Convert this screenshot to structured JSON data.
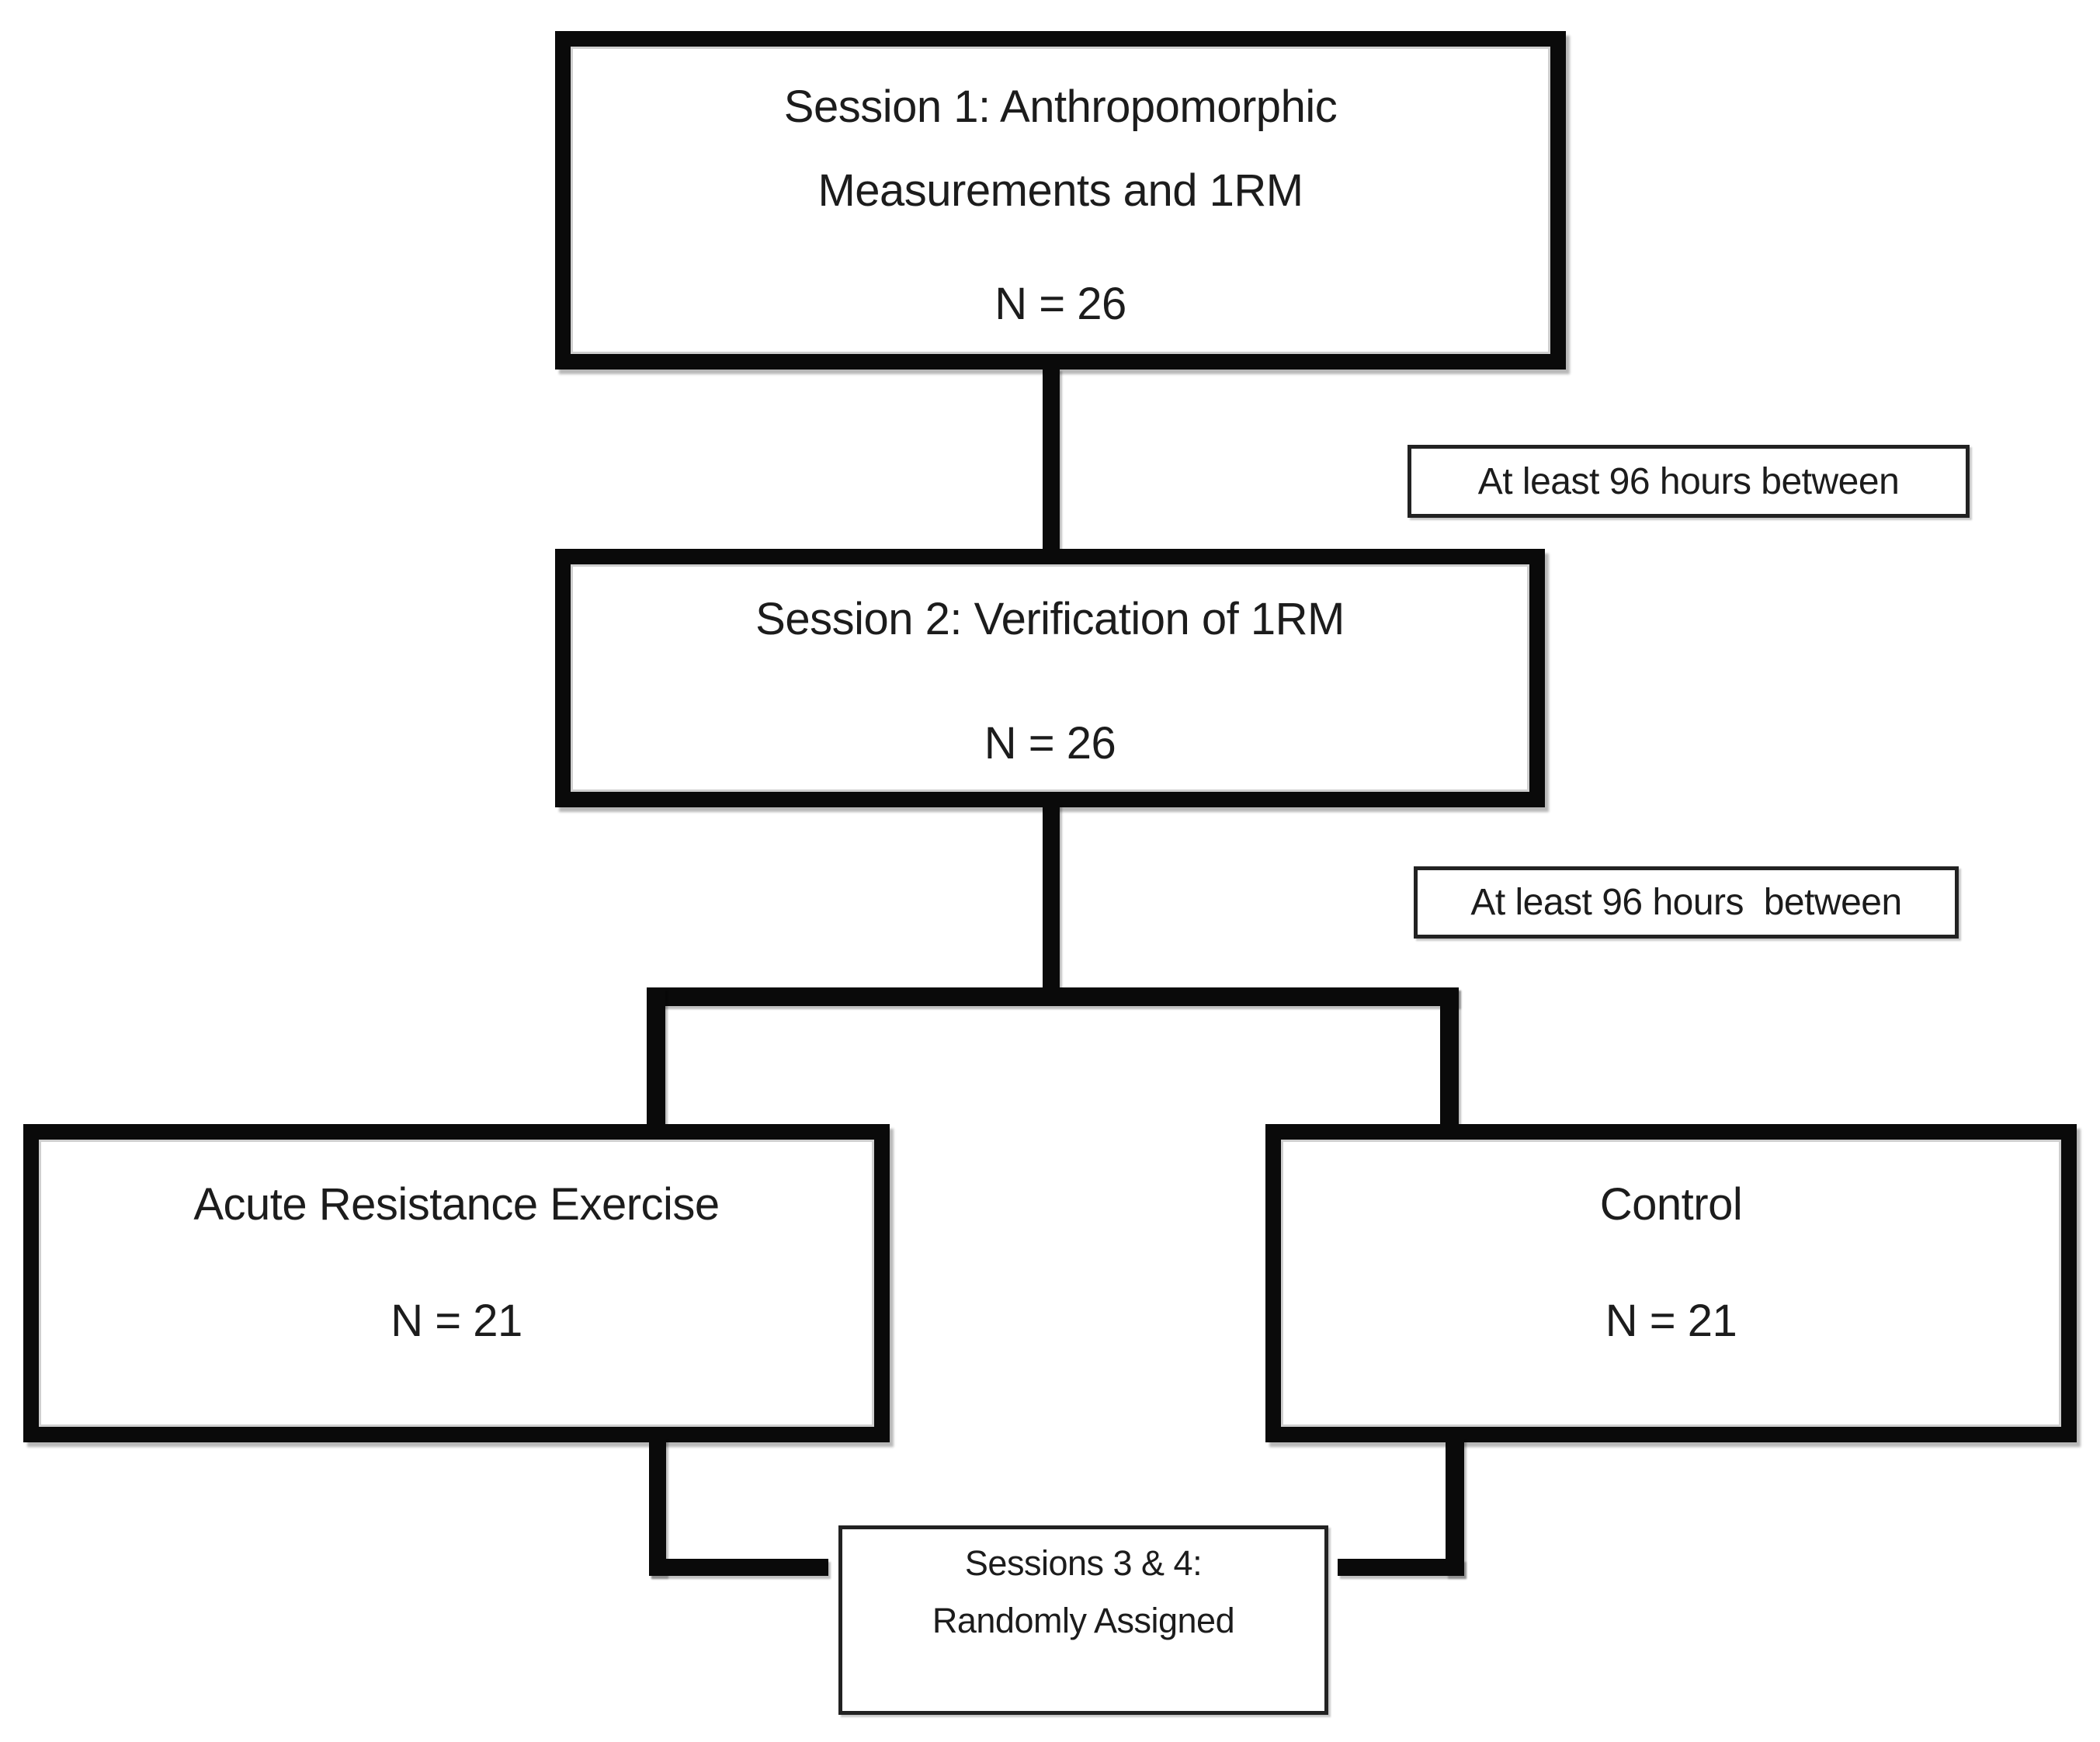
{
  "flowchart": {
    "session1": {
      "title_line1": "Session 1: Anthropomorphic",
      "title_line2": "Measurements and 1RM",
      "count": "N = 26"
    },
    "interval1": "At least 96 hours between",
    "session2": {
      "title": "Session 2: Verification of 1RM",
      "count": "N = 26"
    },
    "interval2": "At least 96 hours  between",
    "exercise_group": {
      "title": "Acute Resistance Exercise",
      "count": "N = 21"
    },
    "control_group": {
      "title": "Control",
      "count": "N = 21"
    },
    "randomization": {
      "line1": "Sessions 3 & 4:",
      "line2": "Randomly Assigned"
    }
  },
  "colors": {
    "line": "#0a0a0a",
    "background": "#ffffff",
    "text": "#1c1c1c"
  }
}
